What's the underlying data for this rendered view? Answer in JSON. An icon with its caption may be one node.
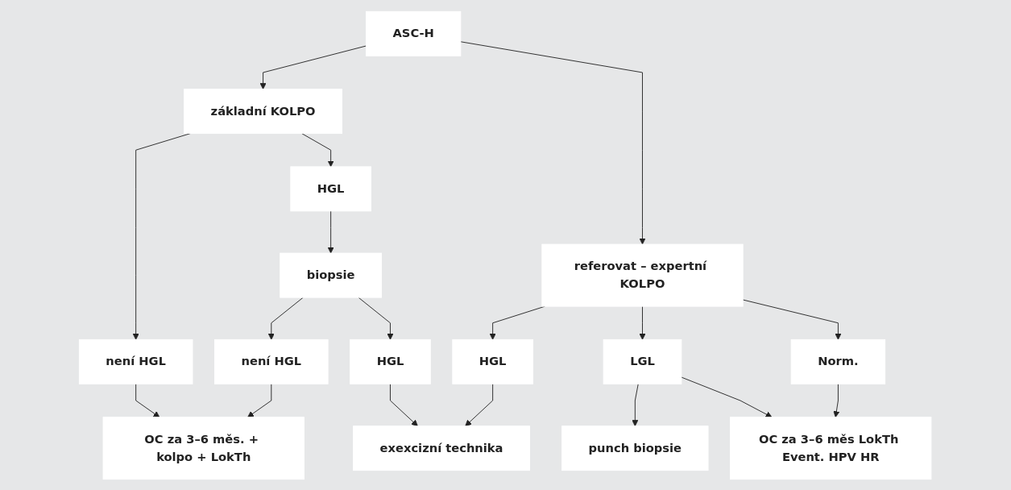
{
  "diagram": {
    "nodes": [
      {
        "text": [
          "ASC-H"
        ]
      },
      {
        "text": [
          "základní KOLPO"
        ]
      },
      {
        "text": [
          "referovat – expertní KOLPO"
        ]
      },
      {
        "text": [
          "není HGL"
        ]
      },
      {
        "text": [
          "HGL"
        ]
      },
      {
        "text": [
          "HGL"
        ]
      },
      {
        "text": [
          "LGL"
        ]
      },
      {
        "text": [
          "Norm."
        ]
      },
      {
        "text": [
          "OC za 3–6 měs. + kolpo + LokTh"
        ]
      },
      {
        "text": [
          "biopsie"
        ]
      },
      {
        "text": [
          "exexcizní technika"
        ]
      },
      {
        "text": [
          "punch biopsie"
        ]
      },
      {
        "text": [
          "OC za 3–6 měs LokTh Event. HPV HR"
        ]
      },
      {
        "text": [
          "není HGL"
        ]
      },
      {
        "text": [
          "HGL"
        ]
      }
    ],
    "edges": [
      {
        "from": 0,
        "to": 1,
        "arrow": "to"
      },
      {
        "from": 0,
        "to": 2,
        "arrow": "to"
      },
      {
        "from": 1,
        "to": 3,
        "arrow": "to"
      },
      {
        "from": 1,
        "to": 4,
        "arrow": "to"
      },
      {
        "from": 2,
        "to": 5,
        "arrow": "to"
      },
      {
        "from": 2,
        "to": 6,
        "arrow": "to"
      },
      {
        "from": 2,
        "to": 7,
        "arrow": "to"
      },
      {
        "from": 3,
        "to": 8,
        "arrow": "to"
      },
      {
        "from": 4,
        "to": 9,
        "arrow": "to"
      },
      {
        "from": 5,
        "to": 10,
        "arrow": "to"
      },
      {
        "from": 6,
        "to": 11,
        "arrow": "to"
      },
      {
        "from": 6,
        "to": 12,
        "arrow": "to"
      },
      {
        "from": 7,
        "to": 12,
        "arrow": "to"
      },
      {
        "from": 9,
        "to": 13,
        "arrow": "to"
      },
      {
        "from": 9,
        "to": 14,
        "arrow": "to"
      },
      {
        "from": 13,
        "to": 8,
        "arrow": "to"
      },
      {
        "from": 14,
        "to": 10,
        "arrow": "to"
      }
    ]
  }
}
